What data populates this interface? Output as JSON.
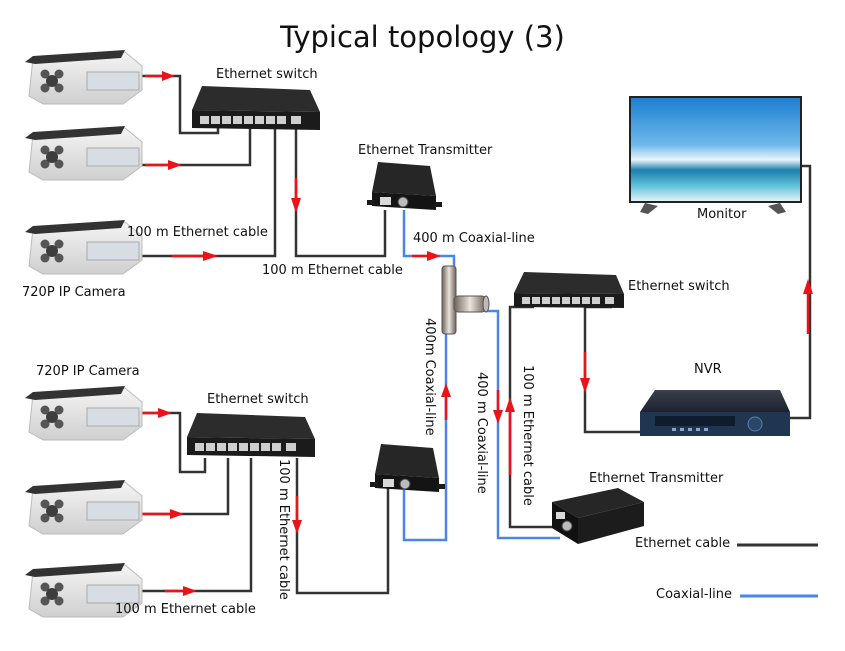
{
  "title": "Typical topology (3)",
  "labels": {
    "switch_top_left": "Ethernet switch",
    "switch_bottom_left": "Ethernet switch",
    "switch_right": "Ethernet switch",
    "transmitter_top": "Ethernet Transmitter",
    "transmitter_bottom_right": "Ethernet Transmitter",
    "monitor": "Monitor",
    "nvr": "NVR",
    "camera_group_top": "720P IP Camera",
    "camera_group_bottom": "720P IP Camera",
    "cable_cam3_top": "100 m Ethernet cable",
    "cable_switch_to_tx_top": "100 m Ethernet cable",
    "coax_top": "400 m Coaxial-line",
    "coax_vertical_left": "400m Coaxial-line",
    "coax_vertical_right": "400 m Coaxial-line",
    "cable_vertical_right": "100 m Ethernet cable",
    "cable_vertical_bottom": "100 m Ethernet cable",
    "cable_cam3_bottom": "100 m Ethernet cable"
  },
  "legend": {
    "items": [
      {
        "label": "Ethernet cable",
        "color": "#333333"
      },
      {
        "label": "Coaxial-line",
        "color": "#4a86e8"
      }
    ]
  },
  "colors": {
    "ethernet": "#333333",
    "coax": "#4a86e8",
    "arrow": "#e8141a"
  }
}
